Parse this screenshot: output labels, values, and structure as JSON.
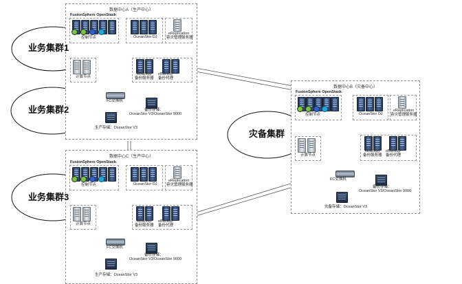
{
  "main_dc": {
    "title": "数据中心A（生产中心）",
    "fusion": "FusionSphere OpenStack",
    "control_node": "控制节点",
    "oceanstor_dj": "OceanStor DJ",
    "ereplication": "eReplication",
    "ereplication_sub": "容灾管理服务器",
    "compute_node": "计算节点",
    "ebackup1": "eBackup",
    "ebackup1_sub": "备份服务器",
    "ebackup2": "eBackup",
    "ebackup2_sub": "备份代理",
    "fc_switch": "FC交换机",
    "backup_storage": "备份存储：",
    "backup_storage_models": "OceanStor V3/OceanStor 9000",
    "prod_storage": "生产存储：OceanStor V3"
  },
  "lower_dc": {
    "title": "数据中心C（生产中心）",
    "fusion": "FusionSphere OpenStack",
    "control_node": "控制节点",
    "oceanstor_dj": "OceanStor DJ",
    "ereplication": "eReplication",
    "ereplication_sub": "容灾管理服务器",
    "compute_node": "计算节点",
    "ebackup1": "eBackup",
    "ebackup1_sub": "备份服务器",
    "ebackup2": "eBackup",
    "ebackup2_sub": "备份代理",
    "fc_switch": "FC交换机",
    "backup_storage": "备份存储：",
    "backup_storage_models": "OceanStor V3/OceanStor 9000",
    "prod_storage": "生产存储：OceanStor V3"
  },
  "dr_dc": {
    "title": "数据中心B（灾备中心）",
    "fusion": "FusionSphere OpenStack",
    "control_node": "控制节点",
    "oceanstor_dj": "OceanStor DJ",
    "ereplication": "eReplication",
    "ereplication_sub": "容灾管理服务器",
    "compute_node": "计算节点",
    "ebackup1": "eBackup",
    "ebackup1_sub": "备份服务器",
    "ebackup2": "eBackup",
    "ebackup2_sub": "备份代理",
    "fc_switch": "FC交换机",
    "backup_storage": "备份存储：",
    "backup_storage_models": "OceanStor V3/OceanStor 9000",
    "prod_storage": "灾备存储：OceanStor V3"
  },
  "clusters": {
    "c1": "业务集群1",
    "c2": "业务集群2",
    "c3": "业务集群3",
    "dr": "灾备集群"
  },
  "colors": {
    "network_line": "#4a7fc1",
    "fc_line": "#e8b400",
    "dot_green": "#7fc241",
    "dot_blue": "#2f62c8",
    "dot_cyan": "#22a7d6"
  }
}
